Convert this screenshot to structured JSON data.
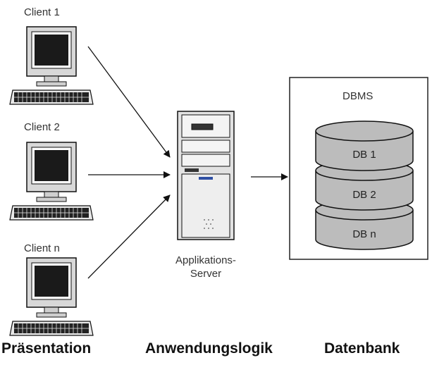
{
  "clients": [
    {
      "label": "Client 1"
    },
    {
      "label": "Client 2"
    },
    {
      "label": "Client n"
    }
  ],
  "server": {
    "label_line1": "Applikations-",
    "label_line2": "Server"
  },
  "dbms": {
    "title": "DBMS",
    "databases": [
      "DB 1",
      "DB 2",
      "DB n"
    ]
  },
  "tiers": {
    "presentation": "Präsentation",
    "logic": "Anwendungslogik",
    "data": "Datenbank"
  },
  "colors": {
    "db_fill": "#bcbcbc",
    "db_stroke": "#111111",
    "monitor_body": "#d8d8d8",
    "screen": "#1a1a1a",
    "server_body": "#e2e2e2",
    "server_accent": "#2f4fa3"
  }
}
